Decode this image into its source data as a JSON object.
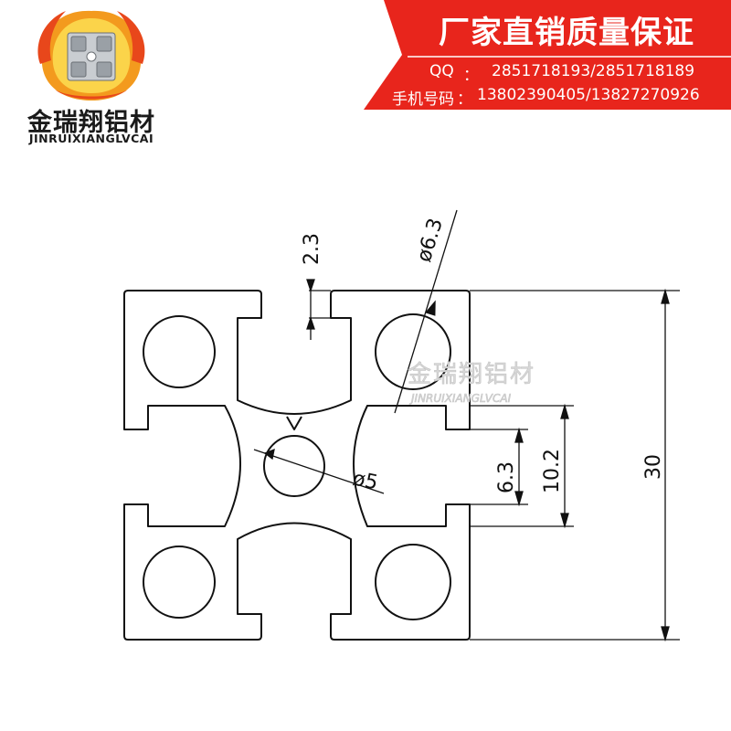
{
  "brand": {
    "name": "金瑞翔铝材",
    "name_en": "JINRUIXIANGLVCAI",
    "colors": {
      "flame_outer": "#e8471b",
      "flame_mid": "#f39a1e",
      "flame_inner": "#fbd44a"
    }
  },
  "banner": {
    "slogan": "厂家直销质量保证",
    "qq_label": "QQ",
    "qq_value": "2851718193/2851718189",
    "phone_label": "手机号码",
    "phone_value": "13802390405/13827270926",
    "color": "#e8251c"
  },
  "drawing": {
    "dimensions": {
      "slot_opening": "2.3",
      "hole_diameter": "ø6.3",
      "center_hole": "ø5",
      "inner_width": "6.3",
      "slot_width": "10.2",
      "overall": "30"
    },
    "watermark": {
      "text": "金瑞翔铝材",
      "text_en": "JINRUIXIANGLVCAI"
    }
  }
}
